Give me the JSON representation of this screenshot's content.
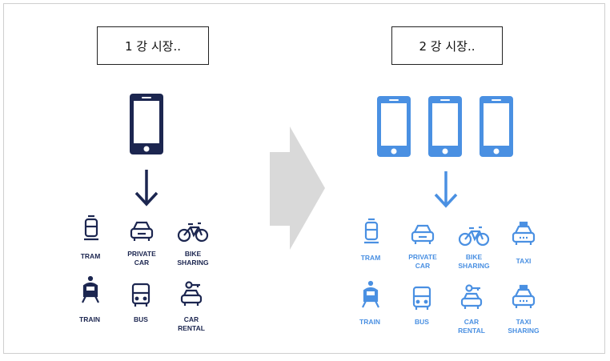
{
  "left_panel": {
    "title": "1 강 시장..",
    "items": [
      {
        "icon": "tram-icon",
        "lines": [
          "TRAM"
        ]
      },
      {
        "icon": "private-car-icon",
        "lines": [
          "PRIVATE",
          "CAR"
        ]
      },
      {
        "icon": "bike-sharing-icon",
        "lines": [
          "BIKE",
          "SHARING"
        ]
      },
      {
        "icon": "train-icon",
        "lines": [
          "TRAIN"
        ]
      },
      {
        "icon": "bus-icon",
        "lines": [
          "BUS"
        ]
      },
      {
        "icon": "car-rental-icon",
        "lines": [
          "CAR",
          "RENTAL"
        ]
      }
    ]
  },
  "right_panel": {
    "title": "2 강 시장..",
    "items": [
      {
        "icon": "tram-icon",
        "lines": [
          "TRAM"
        ]
      },
      {
        "icon": "private-car-icon",
        "lines": [
          "PRIVATE",
          "CAR"
        ]
      },
      {
        "icon": "bike-sharing-icon",
        "lines": [
          "BIKE",
          "SHARING"
        ]
      },
      {
        "icon": "taxi-icon",
        "lines": [
          "TAXI"
        ]
      },
      {
        "icon": "train-icon",
        "lines": [
          "TRAIN"
        ]
      },
      {
        "icon": "bus-icon",
        "lines": [
          "BUS"
        ]
      },
      {
        "icon": "car-rental-icon",
        "lines": [
          "CAR",
          "RENTAL"
        ]
      },
      {
        "icon": "taxi-sharing-icon",
        "lines": [
          "TAXI",
          "SHARING"
        ]
      }
    ]
  },
  "colors": {
    "dark": "#1c2650",
    "blue": "#4a90e2",
    "arrow": "#d9d9d9"
  }
}
